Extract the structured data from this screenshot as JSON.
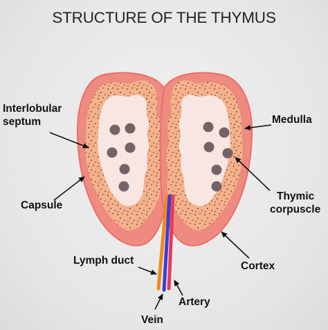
{
  "title": "STRUCTURE OF THE THYMUS",
  "labels": {
    "interlobular_septum_1": "Interlobular",
    "interlobular_septum_2": "septum",
    "capsule": "Capsule",
    "medulla": "Medulla",
    "thymic_corpuscle_1": "Thymic",
    "thymic_corpuscle_2": "corpuscle",
    "cortex": "Cortex",
    "lymph_duct": "Lymph duct",
    "artery": "Artery",
    "vein": "Vein"
  },
  "colors": {
    "capsule": "#ef8a80",
    "cortex": "#f4b18a",
    "medulla": "#f8e6e2",
    "corpuscle": "#746366",
    "lymph_duct": "#f08a1c",
    "artery": "#e23c5a",
    "vein": "#3f3cd6"
  }
}
